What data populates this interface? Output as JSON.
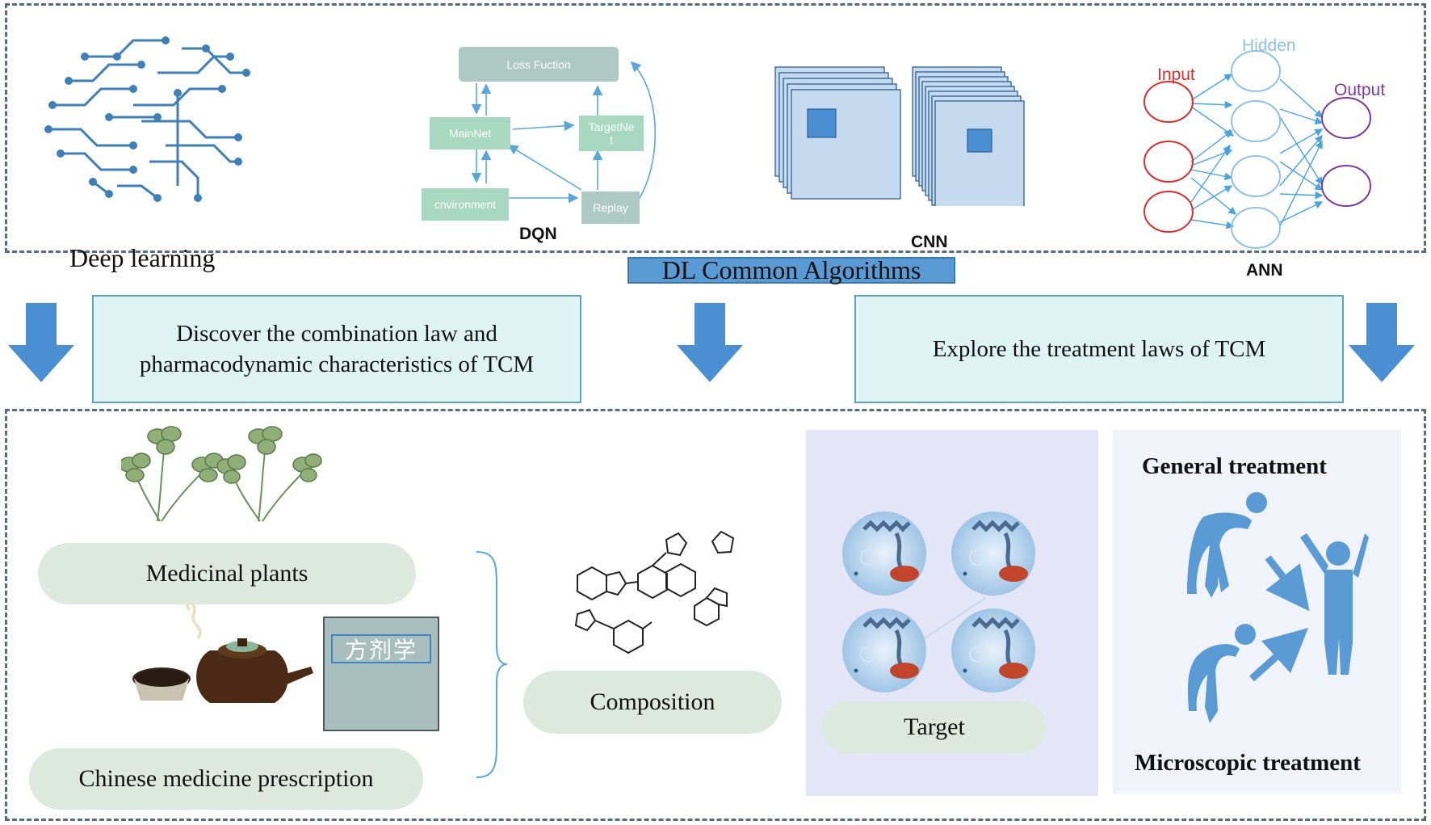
{
  "top_panel": {
    "brain_label": "Deep learning",
    "algorithms_title": "DL Common Algorithms",
    "dqn": {
      "label": "DQN",
      "loss": "Loss Fuction",
      "mainnet": "MainNet",
      "targetnet": "TargetNe\nt",
      "environment": "cnvironment",
      "replay": "Replay"
    },
    "cnn": {
      "label": "CNN"
    },
    "ann": {
      "label": "ANN",
      "input": "Input",
      "hidden": "Hidden",
      "output": "Output"
    }
  },
  "middle": {
    "box_left": "Discover the combination law and\npharmacodynamic characteristics of TCM",
    "box_right": "Explore the treatment laws of TCM"
  },
  "bottom_panel": {
    "medicinal_plants": "Medicinal plants",
    "prescription": "Chinese medicine prescription",
    "book_title": "方剂学",
    "composition": "Composition",
    "target": "Target",
    "general_treatment": "General treatment",
    "microscopic_treatment": "Microscopic treatment"
  },
  "colors": {
    "arrow_blue": "#4a8fd1",
    "dash_border": "#5a6b7a",
    "cyan_box": "#dff3f4",
    "pill_green": "#dde9de",
    "dqn_node": "#a8d8c2",
    "cnn_fill": "#c5d9ef",
    "person_blue": "#5b9bd5",
    "ann_input": "#d9302c",
    "ann_hidden": "#8fc1e8",
    "ann_output": "#7a3c96"
  }
}
